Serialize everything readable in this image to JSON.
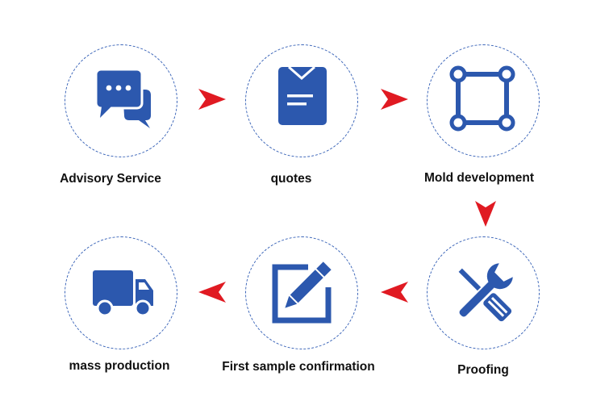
{
  "colors": {
    "icon": "#2c58ae",
    "arrow": "#e01a22",
    "circle_border": "#3a64b8",
    "text": "#111111"
  },
  "steps": [
    {
      "label": "Advisory Service",
      "icon": "chat-bubbles-icon"
    },
    {
      "label": "quotes",
      "icon": "clipboard-icon"
    },
    {
      "label": "Mold development",
      "icon": "frame-nodes-icon"
    },
    {
      "label": "Proofing",
      "icon": "tools-icon"
    },
    {
      "label": "First sample confirmation",
      "icon": "edit-icon"
    },
    {
      "label": "mass production",
      "icon": "truck-icon"
    }
  ]
}
